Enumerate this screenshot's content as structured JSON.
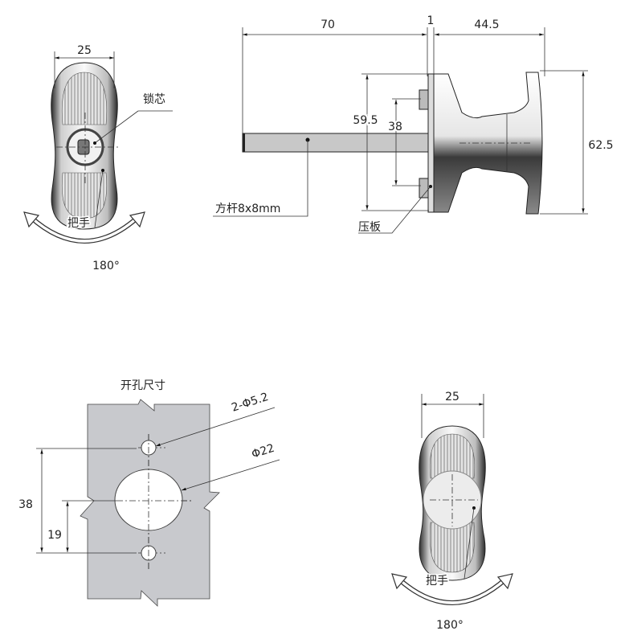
{
  "top_left_view": {
    "width_dim": "25",
    "lock_core_label": "锁芯",
    "handle_label": "把手",
    "rotation_label": "180°"
  },
  "side_view": {
    "rod_length_dim": "70",
    "plate_thickness_dim": "1",
    "handle_depth_dim": "44.5",
    "handle_height_dim": "62.5",
    "plate_height_dim": "59.5",
    "bolt_spacing_dim": "38",
    "rod_label": "方杆8x8mm",
    "plate_label": "压板"
  },
  "cutout_view": {
    "title": "开孔尺寸",
    "small_hole_label": "2-Φ5.2",
    "big_hole_label": "Φ22",
    "hole_spacing_dim": "38",
    "half_spacing_dim": "19"
  },
  "bottom_right_view": {
    "width_dim": "25",
    "handle_label": "把手",
    "rotation_label": "180°"
  },
  "colors": {
    "panel": "#c8c9cd",
    "metal_dark": "#3a3a3a",
    "metal_light": "#e8e8e8"
  }
}
